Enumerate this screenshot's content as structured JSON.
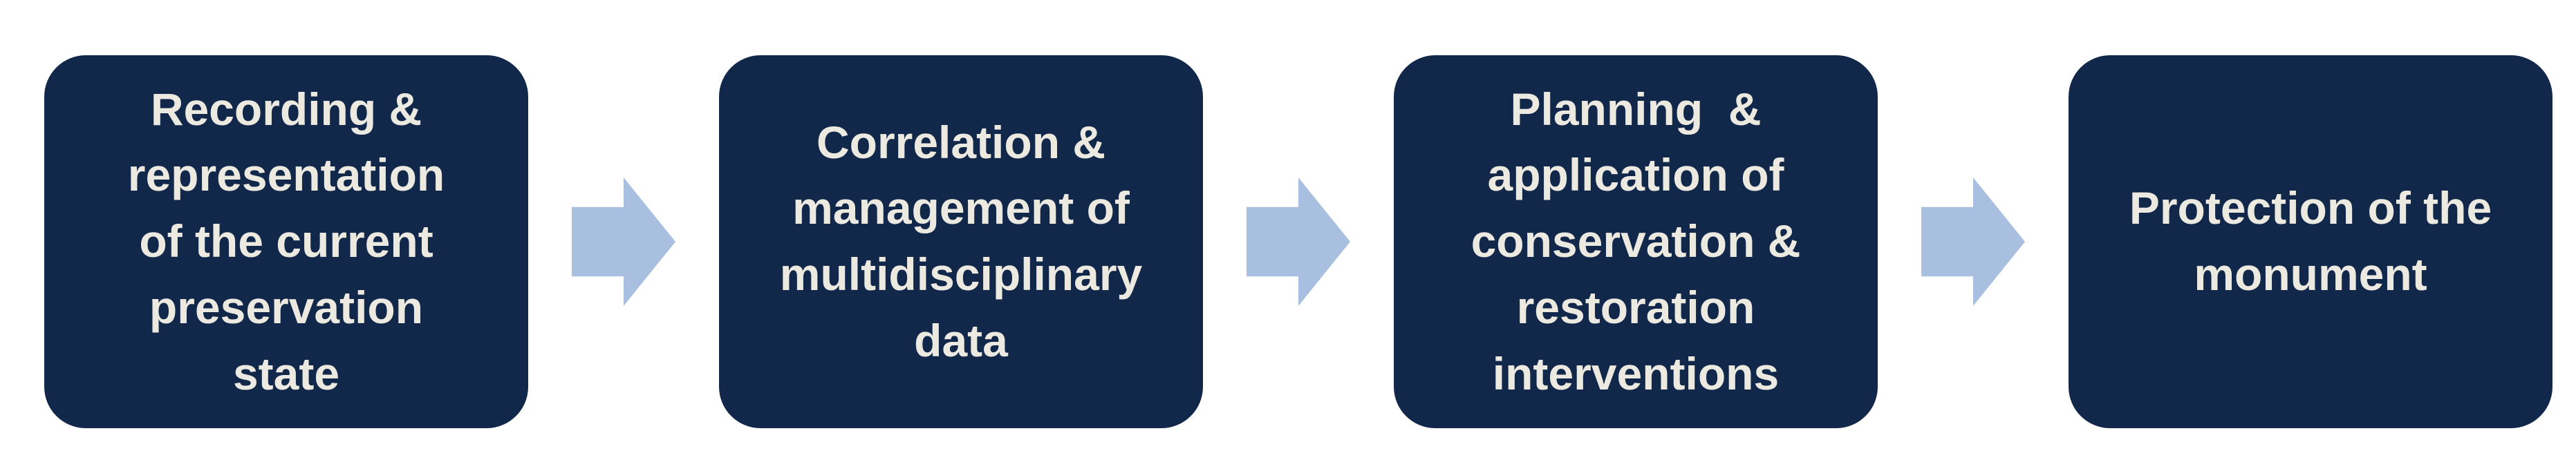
{
  "diagram": {
    "type": "process-flow",
    "direction": "left-to-right",
    "connector": "right-block-arrow",
    "steps": [
      {
        "label": "Recording &\nrepresentation\nof the current\npreservation\nstate"
      },
      {
        "label": "Correlation &\nmanagement of\nmultidisciplinary\ndata"
      },
      {
        "label": "Planning  &\napplication of\nconservation &\nrestoration\ninterventions"
      },
      {
        "label": "Protection of the\nmonument"
      }
    ]
  },
  "colors": {
    "background": "#FFFFFF",
    "box_fill": "#12284A",
    "box_text": "#ECE9E0",
    "arrow_fill": "#A8BFDF"
  }
}
